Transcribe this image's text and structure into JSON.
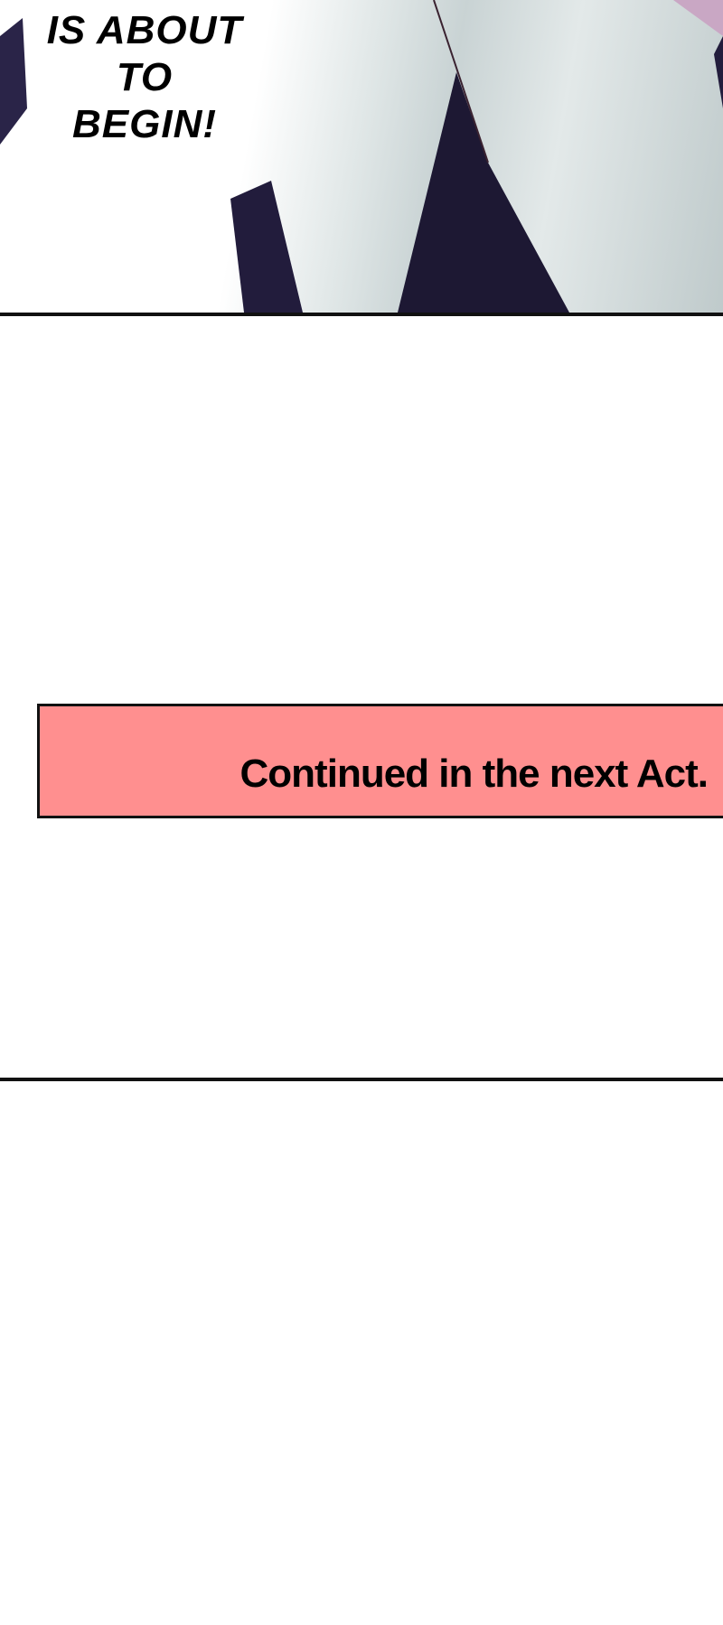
{
  "comic_panel": {
    "sfx_text": "IS ABOUT TO BEGIN!",
    "sfx_lines": [
      "IS ABOUT",
      "TO",
      "BEGIN!"
    ]
  },
  "banner": {
    "text": "Continued in the next Act.",
    "background_color": "#ff8f8f"
  }
}
